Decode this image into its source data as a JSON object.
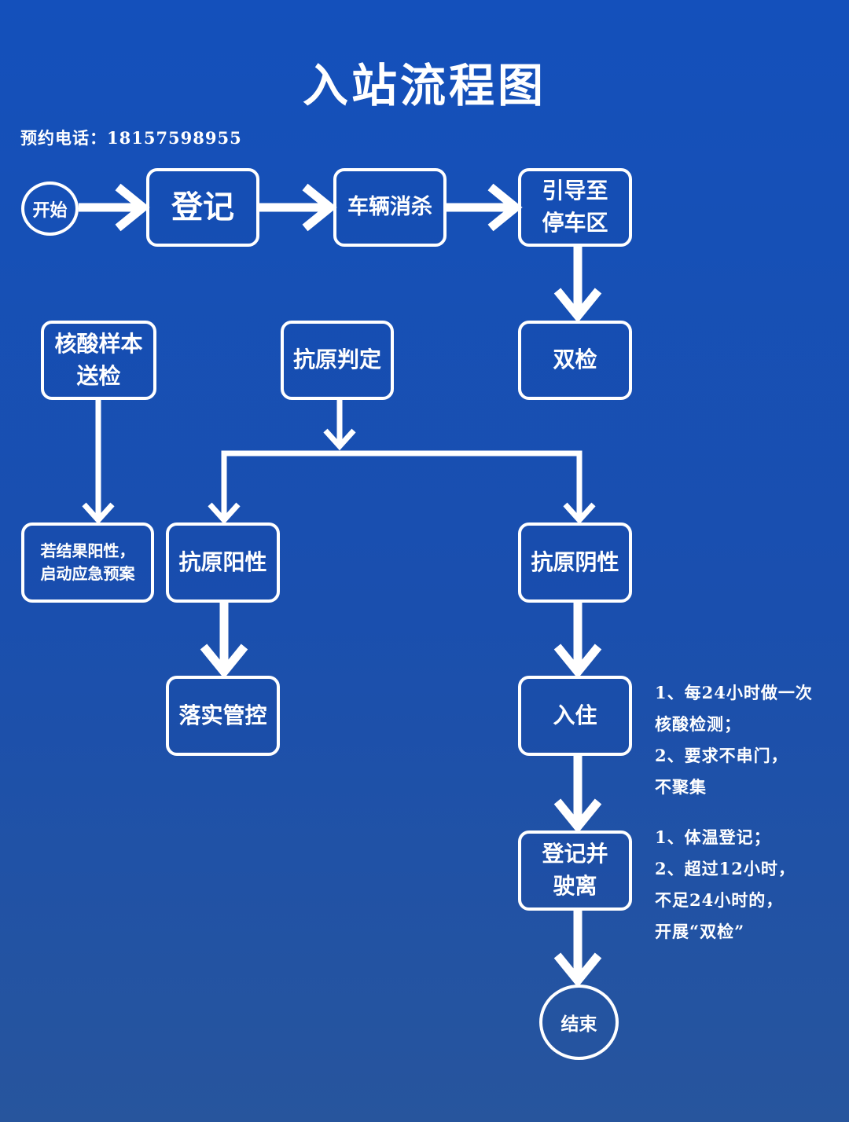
{
  "title": "入站流程图",
  "phone": "预约电话：18157598955",
  "nodes": {
    "start": "开始",
    "register": "登记",
    "disinfect": "车辆消杀",
    "guide": "引导至\n停车区",
    "double_test": "双检",
    "nucleic_send": "核酸样本\n送检",
    "antigen_judge": "抗原判定",
    "if_positive": "若结果阳性，\n启动应急预案",
    "antigen_positive": "抗原阳性",
    "antigen_negative": "抗原阴性",
    "implement_control": "落实管控",
    "check_in": "入住",
    "register_leave": "登记并\n驶离",
    "end": "结束"
  },
  "notes": {
    "stay": [
      "1、每24小时做一次",
      "核酸检测；",
      "2、要求不串门，",
      "不聚集"
    ],
    "leave": [
      "1、体温登记；",
      "2、超过12小时，",
      "不足24小时的，",
      "开展“双检”"
    ]
  }
}
